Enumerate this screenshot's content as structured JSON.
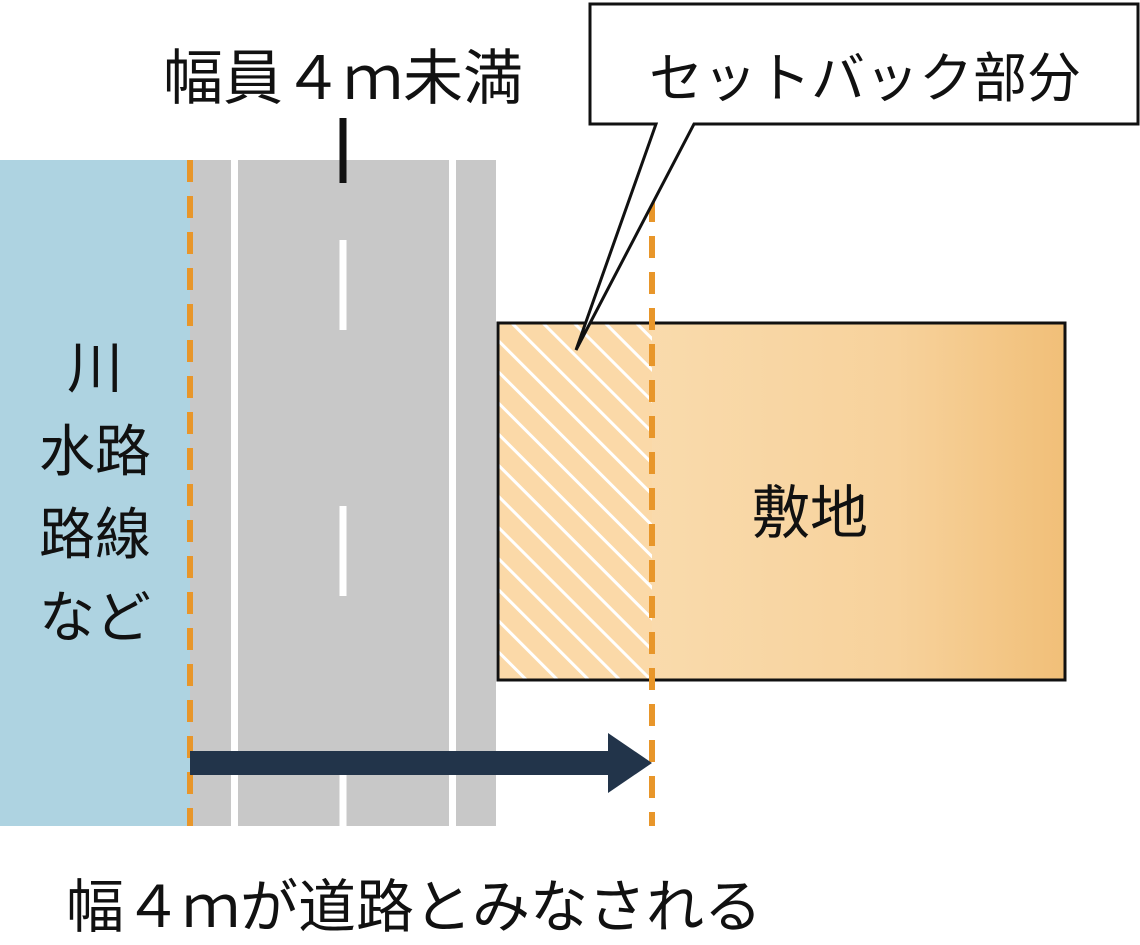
{
  "labels": {
    "road_width": "幅員４ｍ未満",
    "setback_callout": "セットバック部分",
    "river_lines": [
      "川",
      "水路",
      "路線",
      "など"
    ],
    "site": "敷地",
    "caption": "幅４ｍが道路とみなされる"
  },
  "colors": {
    "river": "#aed3e1",
    "road": "#c8c8c8",
    "road_marking": "#ffffff",
    "boundary_dash": "#e8962a",
    "site_light": "#f9d8a6",
    "site_dark": "#f1bf78",
    "arrow": "#22344a",
    "outline": "#111111"
  }
}
